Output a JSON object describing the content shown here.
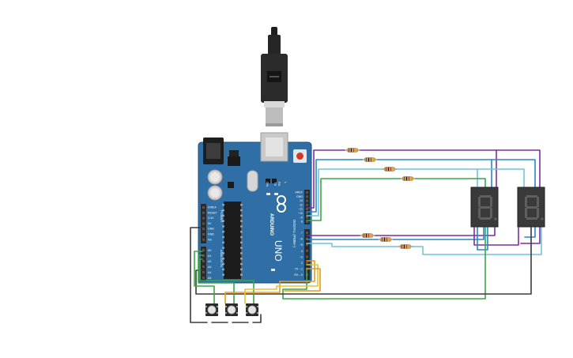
{
  "board": {
    "model_text": "UNO",
    "brand_text": "ARDUINO",
    "on_label": "ON",
    "tx_label": "TX",
    "rx_label": "RX",
    "l_label": "L",
    "digital_label": "DIGITAL (PWM~)",
    "analog_label": "ANALOG IN",
    "power_label": "POWER",
    "top_header_labels": [
      "AREF",
      "GND",
      "13",
      "12",
      "~11",
      "~10",
      "~9",
      "8"
    ],
    "bottom_header_labels": [
      "7",
      "~6",
      "~5",
      "4",
      "~3",
      "2",
      "TX→1",
      "RX←0"
    ],
    "power_pin_labels": [
      "IOREF",
      "RESET",
      "3.3V",
      "5V",
      "GND",
      "GND",
      "Vin"
    ],
    "analog_pin_labels": [
      "A0",
      "A1",
      "A2",
      "A3",
      "A4",
      "A5"
    ]
  },
  "displays": [
    {
      "digit": "8"
    },
    {
      "digit": "8"
    }
  ],
  "colors": {
    "board": "#2f6fa5",
    "board_edge": "#1f4f7a",
    "header": "#2b2b2b",
    "wire_purple": "#7b2fa0",
    "wire_blue": "#2a86c8",
    "wire_lightblue": "#6fc4dc",
    "wire_green": "#3aa648",
    "wire_black": "#3a3a3a",
    "wire_orange": "#e89a1a",
    "wire_yellow": "#e4c52a",
    "segment_display": "#3a3a3a",
    "segment_off": "#5a5a5a"
  },
  "icons": [
    "usb-cable-icon",
    "arduino-infinity-logo-icon",
    "resistor-icon",
    "pushbutton-icon",
    "seven-segment-display-icon"
  ]
}
